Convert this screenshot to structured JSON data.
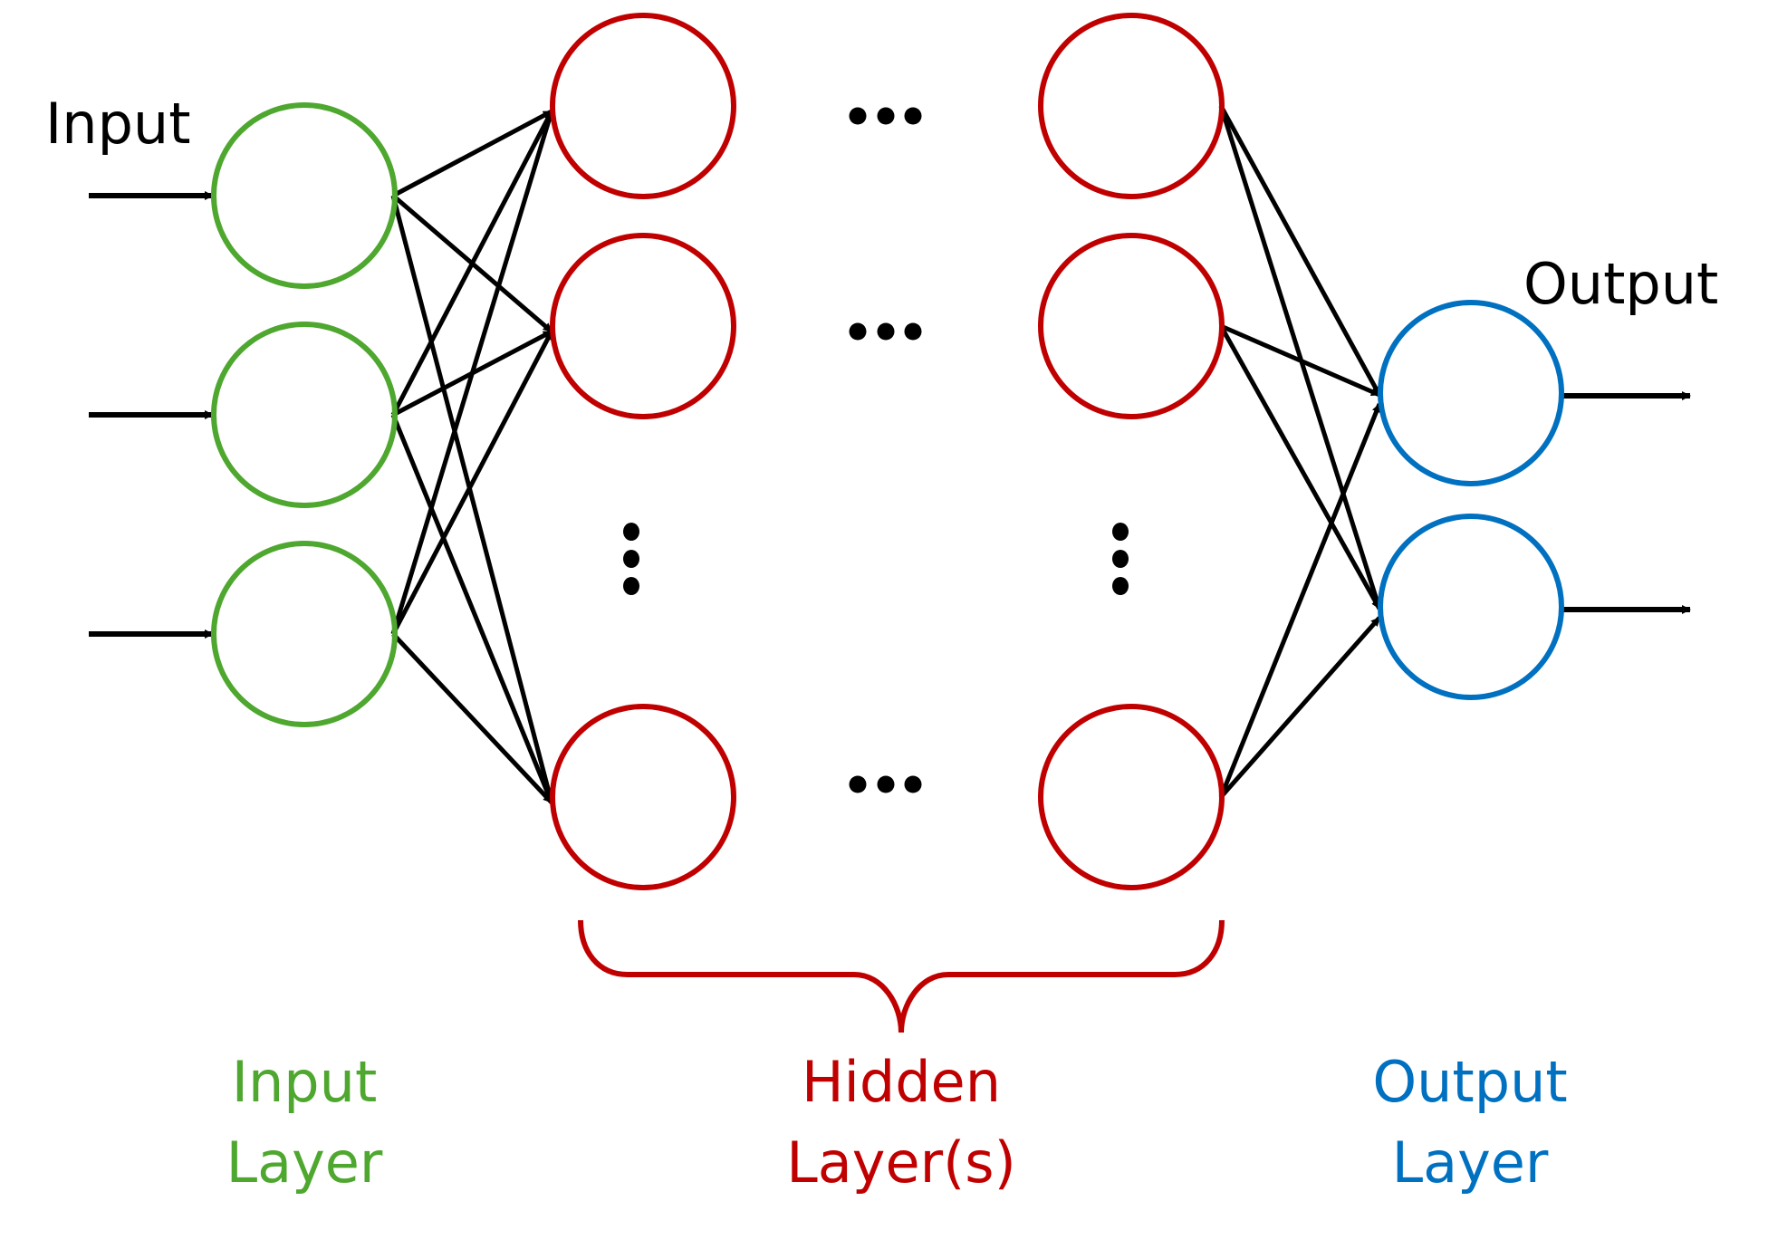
{
  "title": "Feedforward neural network diagram",
  "colors": {
    "input": "#4EA72E",
    "hidden": "#C00000",
    "output": "#0070C0",
    "edge": "#000000"
  },
  "annotations": {
    "input_arrow_label": "Input",
    "output_arrow_label": "Output"
  },
  "layers": [
    {
      "id": "input",
      "label_line1": "Input",
      "label_line2": "Layer",
      "node_count_shown": 3,
      "truncated": false
    },
    {
      "id": "hidden",
      "label_line1": "Hidden",
      "label_line2": "Layer(s)",
      "columns_shown": 2,
      "node_count_shown_per_column": 3,
      "truncated": true
    },
    {
      "id": "output",
      "label_line1": "Output",
      "label_line2": "Layer",
      "node_count_shown": 2,
      "truncated": false
    }
  ],
  "connections": {
    "input_to_hidden": "fully-connected",
    "hidden_to_output": "fully-connected"
  },
  "ellipsis": {
    "horizontal": "•••",
    "vertical": "⋮"
  }
}
